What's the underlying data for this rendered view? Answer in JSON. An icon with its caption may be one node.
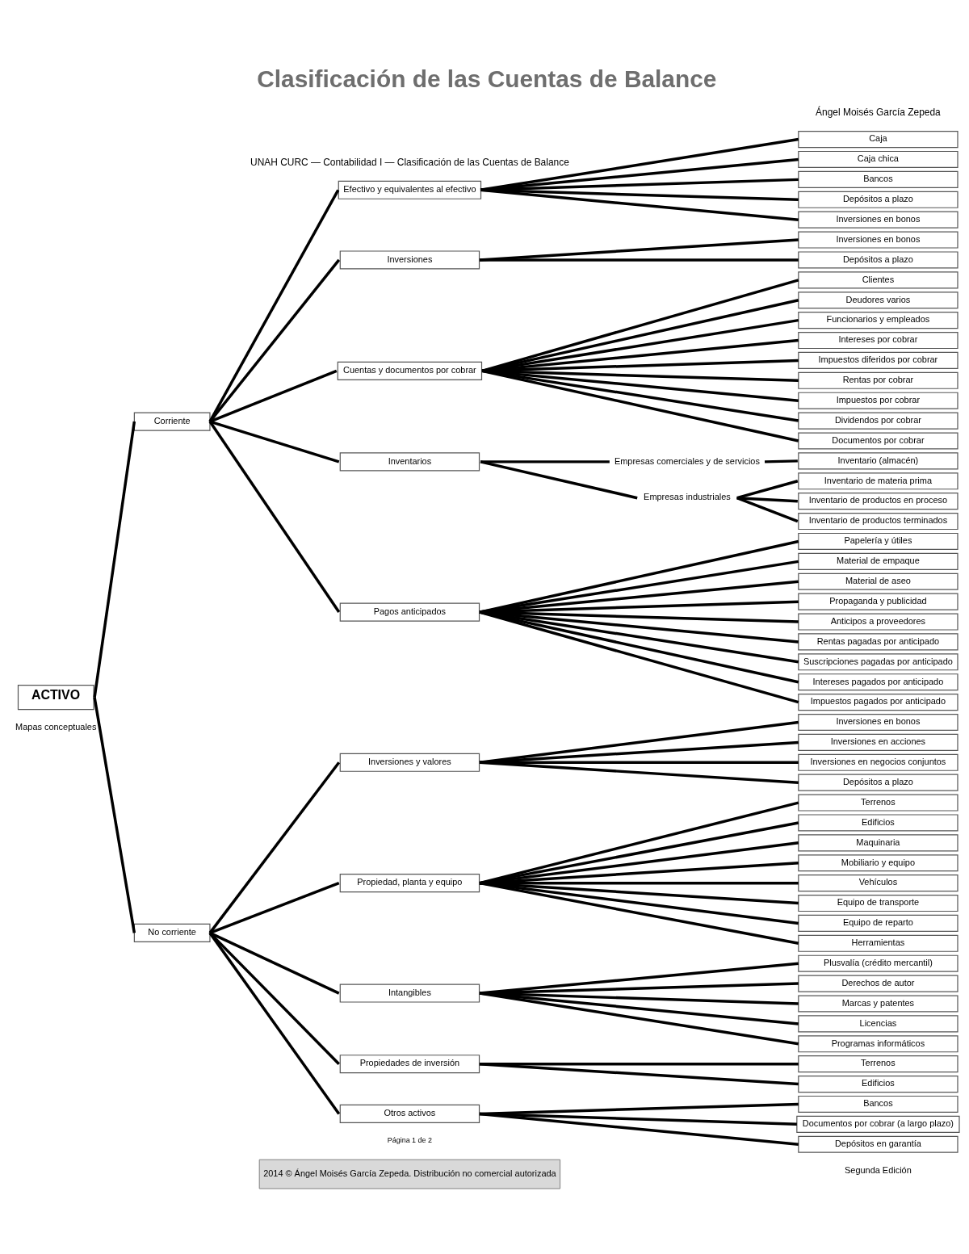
{
  "diagram": {
    "title": "Clasificación de las Cuentas de Balance",
    "nodes": [
      {
        "text": [
          "ACTIVO"
        ]
      },
      {
        "text": [
          "Corriente"
        ]
      },
      {
        "text": [
          "Efectivo y equivalentes al efectivo"
        ]
      },
      {
        "text": [
          "Caja"
        ]
      },
      {
        "text": [
          "Caja chica"
        ]
      },
      {
        "text": [
          "Bancos"
        ]
      },
      {
        "text": [
          "Depósitos a plazo"
        ]
      },
      {
        "text": [
          "Inversiones en bonos"
        ]
      },
      {
        "text": [
          "Inversiones"
        ]
      },
      {
        "text": [
          "Inversiones en bonos"
        ]
      },
      {
        "text": [
          "Depósitos a plazo"
        ]
      },
      {
        "text": [
          "Cuentas y documentos por cobrar"
        ]
      },
      {
        "text": [
          "Clientes"
        ]
      },
      {
        "text": [
          "Deudores varios"
        ]
      },
      {
        "text": [
          "Funcionarios y empleados"
        ]
      },
      {
        "text": [
          "Intereses por cobrar"
        ]
      },
      {
        "text": [
          "Impuestos diferidos por cobrar"
        ]
      },
      {
        "text": [
          "Rentas por cobrar"
        ]
      },
      {
        "text": [
          "Impuestos por cobrar"
        ]
      },
      {
        "text": [
          "Dividendos por cobrar"
        ]
      },
      {
        "text": [
          "Documentos por cobrar"
        ]
      },
      {
        "text": [
          "Inventarios"
        ]
      },
      {
        "text": [
          "Empresas comerciales y de servicios"
        ]
      },
      {
        "text": [
          "Inventario (almacén)"
        ]
      },
      {
        "text": [
          "Empresas industriales"
        ]
      },
      {
        "text": [
          "Inventario de materia prima"
        ]
      },
      {
        "text": [
          "Inventario de productos en proceso"
        ]
      },
      {
        "text": [
          "Inventario de productos terminados"
        ]
      },
      {
        "text": [
          "Pagos anticipados"
        ]
      },
      {
        "text": [
          "Papelería y útiles"
        ]
      },
      {
        "text": [
          "Material de empaque"
        ]
      },
      {
        "text": [
          "Material de aseo"
        ]
      },
      {
        "text": [
          "Propaganda y publicidad"
        ]
      },
      {
        "text": [
          "Anticipos a proveedores"
        ]
      },
      {
        "text": [
          "Rentas pagadas por anticipado"
        ]
      },
      {
        "text": [
          "Suscripciones pagadas por anticipado"
        ]
      },
      {
        "text": [
          "Intereses pagados por anticipado"
        ]
      },
      {
        "text": [
          "Impuestos pagados por anticipado"
        ]
      },
      {
        "text": [
          "No corriente"
        ]
      },
      {
        "text": [
          "Inversiones y valores"
        ]
      },
      {
        "text": [
          "Inversiones en bonos"
        ]
      },
      {
        "text": [
          "Inversiones en acciones"
        ]
      },
      {
        "text": [
          "Inversiones en negocios conjuntos"
        ]
      },
      {
        "text": [
          "Depósitos a plazo"
        ]
      },
      {
        "text": [
          "Propiedad, planta y equipo"
        ]
      },
      {
        "text": [
          "Terrenos"
        ]
      },
      {
        "text": [
          "Edificios"
        ]
      },
      {
        "text": [
          "Maquinaria"
        ]
      },
      {
        "text": [
          "Mobiliario y equipo"
        ]
      },
      {
        "text": [
          "Vehículos"
        ]
      },
      {
        "text": [
          "Equipo de transporte"
        ]
      },
      {
        "text": [
          "Equipo de reparto"
        ]
      },
      {
        "text": [
          "Herramientas"
        ]
      },
      {
        "text": [
          "Intangibles"
        ]
      },
      {
        "text": [
          "Plusvalía (crédito mercantil)"
        ]
      },
      {
        "text": [
          "Derechos de autor"
        ]
      },
      {
        "text": [
          "Marcas y patentes"
        ]
      },
      {
        "text": [
          "Licencias"
        ]
      },
      {
        "text": [
          "Programas informáticos"
        ]
      },
      {
        "text": [
          "Propiedades de inversión"
        ]
      },
      {
        "text": [
          "Terrenos"
        ]
      },
      {
        "text": [
          "Edificios"
        ]
      },
      {
        "text": [
          "Otros activos"
        ]
      },
      {
        "text": [
          "Bancos"
        ]
      },
      {
        "text": [
          "Documentos por cobrar (a largo plazo)"
        ]
      },
      {
        "text": [
          "Depósitos en garantía"
        ]
      }
    ],
    "edges": [
      {
        "from": 0,
        "to": 1,
        "arrow": "none"
      },
      {
        "from": 1,
        "to": 2,
        "arrow": "none"
      },
      {
        "from": 2,
        "to": 3,
        "arrow": "none"
      },
      {
        "from": 2,
        "to": 4,
        "arrow": "none"
      },
      {
        "from": 2,
        "to": 5,
        "arrow": "none"
      },
      {
        "from": 2,
        "to": 6,
        "arrow": "none"
      },
      {
        "from": 2,
        "to": 7,
        "arrow": "none"
      },
      {
        "from": 1,
        "to": 8,
        "arrow": "none"
      },
      {
        "from": 8,
        "to": 9,
        "arrow": "none"
      },
      {
        "from": 8,
        "to": 10,
        "arrow": "none"
      },
      {
        "from": 1,
        "to": 11,
        "arrow": "none"
      },
      {
        "from": 11,
        "to": 12,
        "arrow": "none"
      },
      {
        "from": 11,
        "to": 13,
        "arrow": "none"
      },
      {
        "from": 11,
        "to": 14,
        "arrow": "none"
      },
      {
        "from": 11,
        "to": 15,
        "arrow": "none"
      },
      {
        "from": 11,
        "to": 16,
        "arrow": "none"
      },
      {
        "from": 11,
        "to": 17,
        "arrow": "none"
      },
      {
        "from": 11,
        "to": 18,
        "arrow": "none"
      },
      {
        "from": 11,
        "to": 19,
        "arrow": "none"
      },
      {
        "from": 11,
        "to": 20,
        "arrow": "none"
      },
      {
        "from": 1,
        "to": 21,
        "arrow": "none"
      },
      {
        "from": 21,
        "to": 22,
        "arrow": "none"
      },
      {
        "from": 22,
        "to": 23,
        "arrow": "none"
      },
      {
        "from": 21,
        "to": 24,
        "arrow": "none"
      },
      {
        "from": 24,
        "to": 25,
        "arrow": "none"
      },
      {
        "from": 24,
        "to": 26,
        "arrow": "none"
      },
      {
        "from": 24,
        "to": 27,
        "arrow": "none"
      },
      {
        "from": 1,
        "to": 28,
        "arrow": "none"
      },
      {
        "from": 28,
        "to": 29,
        "arrow": "none"
      },
      {
        "from": 28,
        "to": 30,
        "arrow": "none"
      },
      {
        "from": 28,
        "to": 31,
        "arrow": "none"
      },
      {
        "from": 28,
        "to": 32,
        "arrow": "none"
      },
      {
        "from": 28,
        "to": 33,
        "arrow": "none"
      },
      {
        "from": 28,
        "to": 34,
        "arrow": "none"
      },
      {
        "from": 28,
        "to": 35,
        "arrow": "none"
      },
      {
        "from": 28,
        "to": 36,
        "arrow": "none"
      },
      {
        "from": 28,
        "to": 37,
        "arrow": "none"
      },
      {
        "from": 0,
        "to": 38,
        "arrow": "none"
      },
      {
        "from": 38,
        "to": 39,
        "arrow": "none"
      },
      {
        "from": 39,
        "to": 40,
        "arrow": "none"
      },
      {
        "from": 39,
        "to": 41,
        "arrow": "none"
      },
      {
        "from": 39,
        "to": 42,
        "arrow": "none"
      },
      {
        "from": 39,
        "to": 43,
        "arrow": "none"
      },
      {
        "from": 38,
        "to": 44,
        "arrow": "none"
      },
      {
        "from": 44,
        "to": 45,
        "arrow": "none"
      },
      {
        "from": 44,
        "to": 46,
        "arrow": "none"
      },
      {
        "from": 44,
        "to": 47,
        "arrow": "none"
      },
      {
        "from": 44,
        "to": 48,
        "arrow": "none"
      },
      {
        "from": 44,
        "to": 49,
        "arrow": "none"
      },
      {
        "from": 44,
        "to": 50,
        "arrow": "none"
      },
      {
        "from": 44,
        "to": 51,
        "arrow": "none"
      },
      {
        "from": 44,
        "to": 52,
        "arrow": "none"
      },
      {
        "from": 38,
        "to": 53,
        "arrow": "none"
      },
      {
        "from": 53,
        "to": 54,
        "arrow": "none"
      },
      {
        "from": 53,
        "to": 55,
        "arrow": "none"
      },
      {
        "from": 53,
        "to": 56,
        "arrow": "none"
      },
      {
        "from": 53,
        "to": 57,
        "arrow": "none"
      },
      {
        "from": 53,
        "to": 58,
        "arrow": "none"
      },
      {
        "from": 38,
        "to": 59,
        "arrow": "none"
      },
      {
        "from": 59,
        "to": 60,
        "arrow": "none"
      },
      {
        "from": 59,
        "to": 61,
        "arrow": "none"
      },
      {
        "from": 38,
        "to": 62,
        "arrow": "none"
      },
      {
        "from": 62,
        "to": 63,
        "arrow": "none"
      },
      {
        "from": 62,
        "to": 64,
        "arrow": "none"
      },
      {
        "from": 62,
        "to": 65,
        "arrow": "none"
      }
    ],
    "labels": [
      "UNAH CURC — Contabilidad I — Clasificación de las Cuentas de Balance",
      "Ángel Moisés García Zepeda",
      "Página 1 de 2",
      "Mapas conceptuales",
      "2014 © Ángel Moisés García Zepeda. Distribución no comercial autorizada",
      "Segunda Edición"
    ]
  }
}
